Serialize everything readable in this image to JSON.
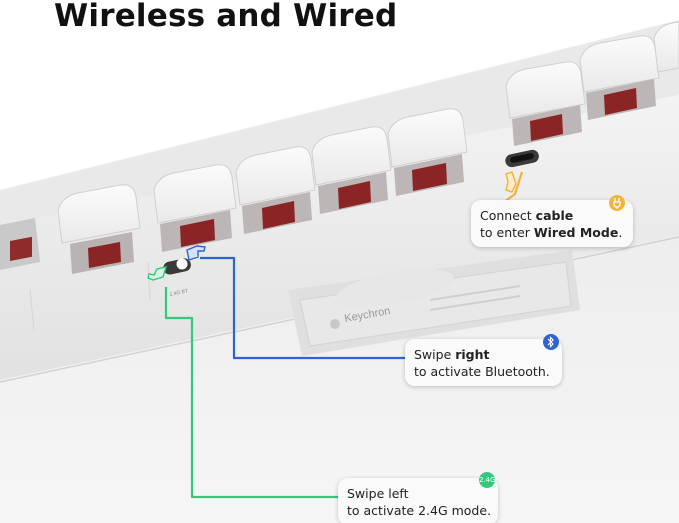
{
  "title": "Wireless and Wired",
  "keyboard": {
    "label_text": "Keychron",
    "switch_labels": "2.4G BT"
  },
  "callouts": {
    "wired": {
      "pre": "Connect ",
      "bold1": "cable",
      "line2_pre": "to enter ",
      "bold2": "Wired Mode",
      "post": ".",
      "badge_icon": "usb-cable-icon",
      "color": "#F2B33A"
    },
    "bluetooth": {
      "pre": "Swipe ",
      "bold1": "right",
      "line2_pre": "to activate ",
      "bold2": "Bluetooth",
      "post": ".",
      "badge_icon": "bluetooth-icon",
      "color": "#2F63D3"
    },
    "g24": {
      "pre": "Swipe ",
      "bold1": "left",
      "line2_pre": "to activate ",
      "bold2": "2.4G mode",
      "post": ".",
      "badge_text": "2.4G",
      "color": "#34C97A"
    }
  }
}
